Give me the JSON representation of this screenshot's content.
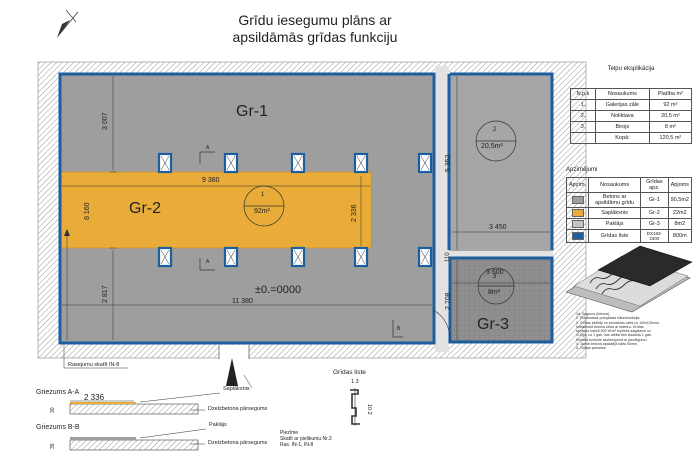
{
  "title": {
    "line1": "Grīdu  iesegumu plāns ar",
    "line2": "apsildāmās grīdas funkciju"
  },
  "zones": {
    "gr1": "Gr-1",
    "gr2": "Gr-2",
    "gr3": "Gr-3"
  },
  "rooms": [
    {
      "no": "1",
      "area": "92m²"
    },
    {
      "no": "2",
      "area": "20,5m²"
    },
    {
      "no": "3",
      "area": "8m²"
    }
  ],
  "level": "±0.=0000",
  "dimensions": {
    "d3007": "3 007",
    "d8160": "8 160",
    "d2817": "2 817",
    "d9380": "9 380",
    "d2336": "2 336",
    "d11380": "11 380",
    "d5352": "5 352",
    "d3450": "3 450",
    "d3600": "3 600",
    "d2708": "2 708",
    "d110": "110"
  },
  "section_marks": {
    "a": "A",
    "b": "B"
  },
  "room_table": {
    "caption": "Telpu eksplikācija",
    "headers": [
      "N.p.k",
      "Nosaukums",
      "Platība m²"
    ],
    "rows": [
      [
        "1.",
        "Galerijas zāle",
        "92 m²"
      ],
      [
        "2.",
        "Noliktava",
        "20,5 m²"
      ],
      [
        "3.",
        "Birojs",
        "8 m²"
      ],
      [
        "",
        "Kopā:",
        "120,5 m²"
      ]
    ]
  },
  "legend_table": {
    "caption": "Apzīmējumi",
    "headers": [
      "Apzīm.",
      "Nosaukums",
      "Grīdas apz.",
      "Apjoms"
    ],
    "rows": [
      {
        "color": "#9e9e9e",
        "name": "Betons ar apsildāmu grīdu",
        "code": "Gr-1",
        "qty": "90,5m2"
      },
      {
        "color": "#e9ac38",
        "name": "Saplāksnis",
        "code": "Gr-2",
        "qty": "22m2"
      },
      {
        "color": "#c4c4c4",
        "name": "Paklājs",
        "code": "Gr-3",
        "qty": "8m2"
      },
      {
        "color": "#1c5ea0",
        "name": "Grīdas liste",
        "code": "DX183-2300",
        "qty": "800m"
      }
    ]
  },
  "notes": [
    "1a. Segums (betons).",
    "2. Plastmasas putuplasta siltumizolācija.",
    "3. Grīdas sildītāji un armatūras siets uz 100x100mm.",
    "Izlīdzinošā betona kārta ar šķiedru. Grīdas",
    "apsildes kabeļi 500 W/m² iepriekš sagatavot uz",
    "G-Egā, uz 1 gab. kas atbilst tiek izsaukta 1 gab.",
    "Klimata kontrole savienojumā ar pieslēgumu.",
    "4. Jaunā betona apakšējā kārta 50mm.",
    "5. Grīdas pamatne."
  ],
  "labels": {
    "rasejums": "Rasejumu skatīt IN-8",
    "griezums_aa": "Griezums A-A",
    "griezums_bb": "Griezums B-B",
    "sec_dim": "2 336",
    "saplaksnis": "Saplāksnis",
    "paklajs": "Paklājs",
    "dzelzbetona1": "Dzelzbetona pārsegums",
    "dzelzbetona2": "Dzelzbetona pārsegums",
    "piezime1": "Piezīme",
    "piezime2": "Skatīt ar pielikumu Nr.3",
    "piezime3": "Ras. IN-1, IN-8",
    "gridas_liste": "Grīdas liste",
    "scale": "1.3",
    "liste_dim": "10.2",
    "h30": "30",
    "h35": "35"
  }
}
